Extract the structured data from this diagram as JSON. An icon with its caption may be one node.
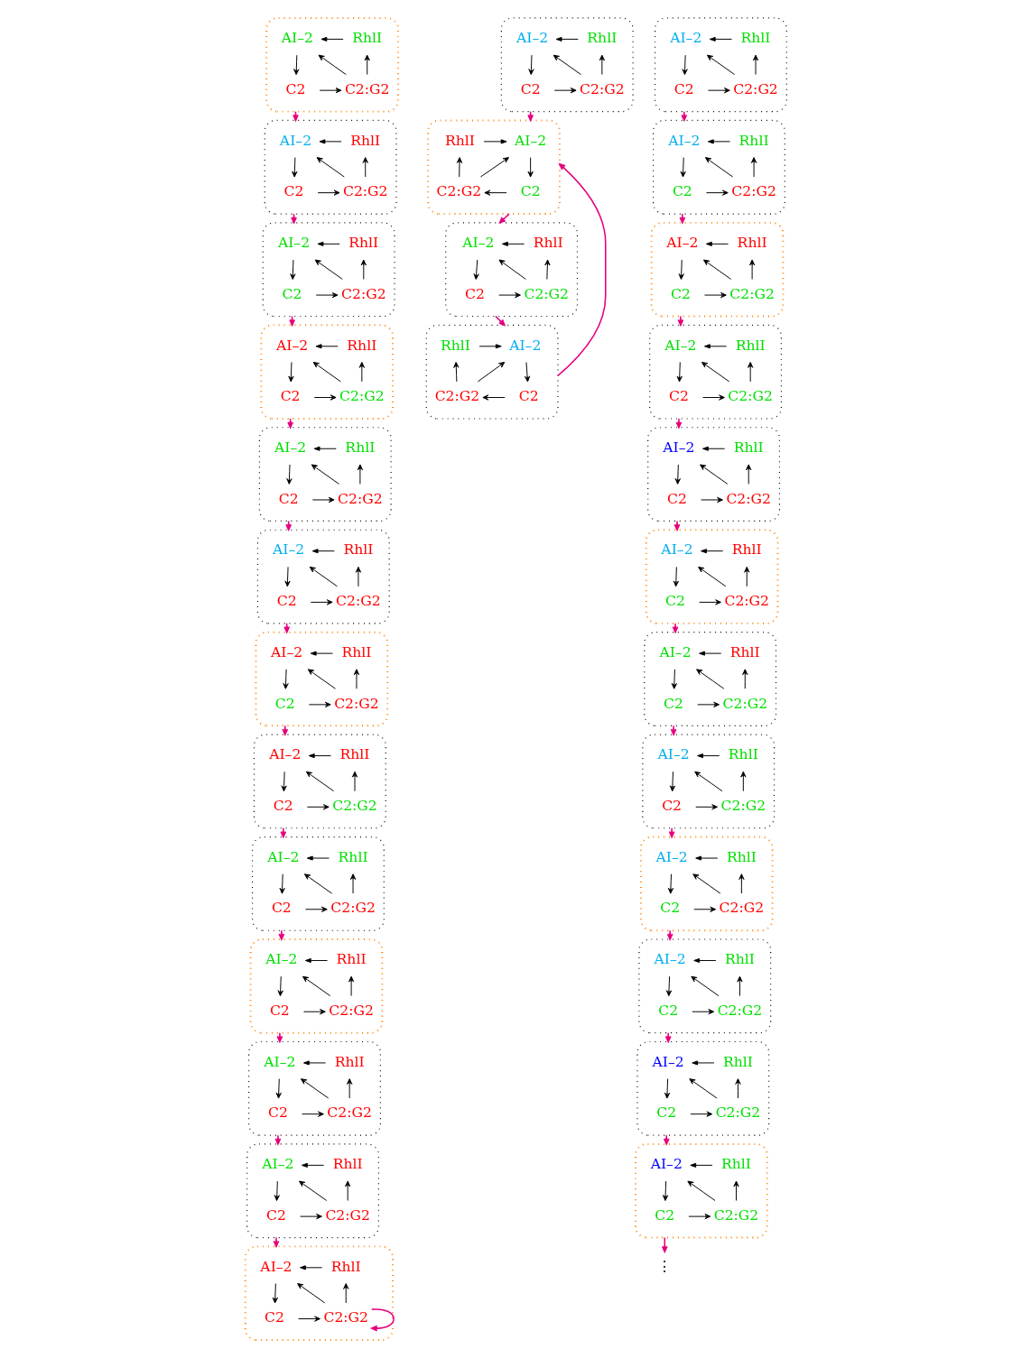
{
  "diagram": {
    "nodes": [
      {
        "text": [],
        "shape": "box"
      },
      {
        "text": [
          "AI–2"
        ],
        "in": 0
      },
      {
        "text": [
          "RhlI"
        ],
        "in": 0
      },
      {
        "text": [
          "C2"
        ],
        "in": 0
      },
      {
        "text": [
          "C2:G2"
        ],
        "in": 0
      },
      {
        "text": [],
        "shape": "box"
      },
      {
        "text": [
          "AI–2"
        ],
        "in": 5
      },
      {
        "text": [
          "RhlI"
        ],
        "in": 5
      },
      {
        "text": [
          "C2"
        ],
        "in": 5
      },
      {
        "text": [
          "C2:G2"
        ],
        "in": 5
      },
      {
        "text": [],
        "shape": "box"
      },
      {
        "text": [
          "AI–2"
        ],
        "in": 10
      },
      {
        "text": [
          "RhlI"
        ],
        "in": 10
      },
      {
        "text": [
          "C2"
        ],
        "in": 10
      },
      {
        "text": [
          "C2:G2"
        ],
        "in": 10
      },
      {
        "text": [],
        "shape": "box"
      },
      {
        "text": [
          "AI–2"
        ],
        "in": 15
      },
      {
        "text": [
          "RhlI"
        ],
        "in": 15
      },
      {
        "text": [
          "C2"
        ],
        "in": 15
      },
      {
        "text": [
          "C2:G2"
        ],
        "in": 15
      },
      {
        "text": [],
        "shape": "box"
      },
      {
        "text": [
          "AI–2"
        ],
        "in": 20
      },
      {
        "text": [
          "RhlI"
        ],
        "in": 20
      },
      {
        "text": [
          "C2"
        ],
        "in": 20
      },
      {
        "text": [
          "C2:G2"
        ],
        "in": 20
      },
      {
        "text": [],
        "shape": "box"
      },
      {
        "text": [
          "AI–2"
        ],
        "in": 25
      },
      {
        "text": [
          "RhlI"
        ],
        "in": 25
      },
      {
        "text": [
          "C2"
        ],
        "in": 25
      },
      {
        "text": [
          "C2:G2"
        ],
        "in": 25
      },
      {
        "text": [],
        "shape": "box"
      },
      {
        "text": [
          "AI–2"
        ],
        "in": 30
      },
      {
        "text": [
          "RhlI"
        ],
        "in": 30
      },
      {
        "text": [
          "C2"
        ],
        "in": 30
      },
      {
        "text": [
          "C2:G2"
        ],
        "in": 30
      },
      {
        "text": [],
        "shape": "box"
      },
      {
        "text": [
          "AI–2"
        ],
        "in": 35
      },
      {
        "text": [
          "RhlI"
        ],
        "in": 35
      },
      {
        "text": [
          "C2"
        ],
        "in": 35
      },
      {
        "text": [
          "C2:G2"
        ],
        "in": 35
      },
      {
        "text": [],
        "shape": "box"
      },
      {
        "text": [
          "AI–2"
        ],
        "in": 40
      },
      {
        "text": [
          "RhlI"
        ],
        "in": 40
      },
      {
        "text": [
          "C2"
        ],
        "in": 40
      },
      {
        "text": [
          "C2:G2"
        ],
        "in": 40
      },
      {
        "text": [],
        "shape": "box"
      },
      {
        "text": [
          "AI–2"
        ],
        "in": 45
      },
      {
        "text": [
          "RhlI"
        ],
        "in": 45
      },
      {
        "text": [
          "C2"
        ],
        "in": 45
      },
      {
        "text": [
          "C2:G2"
        ],
        "in": 45
      },
      {
        "text": [],
        "shape": "box"
      },
      {
        "text": [
          "AI–2"
        ],
        "in": 50
      },
      {
        "text": [
          "RhlI"
        ],
        "in": 50
      },
      {
        "text": [
          "C2"
        ],
        "in": 50
      },
      {
        "text": [
          "C2:G2"
        ],
        "in": 50
      },
      {
        "text": [],
        "shape": "box"
      },
      {
        "text": [
          "AI–2"
        ],
        "in": 55
      },
      {
        "text": [
          "RhlI"
        ],
        "in": 55
      },
      {
        "text": [
          "C2"
        ],
        "in": 55
      },
      {
        "text": [
          "C2:G2"
        ],
        "in": 55
      },
      {
        "text": [],
        "shape": "box"
      },
      {
        "text": [
          "AI–2"
        ],
        "in": 60
      },
      {
        "text": [
          "RhlI"
        ],
        "in": 60
      },
      {
        "text": [
          "C2"
        ],
        "in": 60
      },
      {
        "text": [
          "C2:G2"
        ],
        "in": 60
      },
      {
        "text": [],
        "shape": "box"
      },
      {
        "text": [
          "AI–2"
        ],
        "in": 65
      },
      {
        "text": [
          "RhlI"
        ],
        "in": 65
      },
      {
        "text": [
          "C2"
        ],
        "in": 65
      },
      {
        "text": [
          "C2:G2"
        ],
        "in": 65
      },
      {
        "text": [],
        "shape": "box"
      },
      {
        "text": [
          "AI–2"
        ],
        "in": 70
      },
      {
        "text": [
          "RhlI"
        ],
        "in": 70
      },
      {
        "text": [
          "C2"
        ],
        "in": 70
      },
      {
        "text": [
          "C2:G2"
        ],
        "in": 70
      },
      {
        "text": [],
        "shape": "box"
      },
      {
        "text": [
          "AI–2"
        ],
        "in": 75
      },
      {
        "text": [
          "RhlI"
        ],
        "in": 75
      },
      {
        "text": [
          "C2"
        ],
        "in": 75
      },
      {
        "text": [
          "C2:G2"
        ],
        "in": 75
      },
      {
        "text": [],
        "shape": "box"
      },
      {
        "text": [
          "AI–2"
        ],
        "in": 80
      },
      {
        "text": [
          "RhlI"
        ],
        "in": 80
      },
      {
        "text": [
          "C2"
        ],
        "in": 80
      },
      {
        "text": [
          "C2:G2"
        ],
        "in": 80
      },
      {
        "text": [],
        "shape": "box"
      },
      {
        "text": [
          "AI–2"
        ],
        "in": 85
      },
      {
        "text": [
          "RhlI"
        ],
        "in": 85
      },
      {
        "text": [
          "C2"
        ],
        "in": 85
      },
      {
        "text": [
          "C2:G2"
        ],
        "in": 85
      },
      {
        "text": [],
        "shape": "box"
      },
      {
        "text": [
          "AI–2"
        ],
        "in": 90
      },
      {
        "text": [
          "RhlI"
        ],
        "in": 90
      },
      {
        "text": [
          "C2"
        ],
        "in": 90
      },
      {
        "text": [
          "C2:G2"
        ],
        "in": 90
      },
      {
        "text": [],
        "shape": "box"
      },
      {
        "text": [
          "AI–2"
        ],
        "in": 95
      },
      {
        "text": [
          "RhlI"
        ],
        "in": 95
      },
      {
        "text": [
          "C2"
        ],
        "in": 95
      },
      {
        "text": [
          "C2:G2"
        ],
        "in": 95
      },
      {
        "text": [],
        "shape": "box"
      },
      {
        "text": [
          "AI–2"
        ],
        "in": 100
      },
      {
        "text": [
          "RhlI"
        ],
        "in": 100
      },
      {
        "text": [
          "C2"
        ],
        "in": 100
      },
      {
        "text": [
          "C2:G2"
        ],
        "in": 100
      },
      {
        "text": [],
        "shape": "box"
      },
      {
        "text": [
          "AI–2"
        ],
        "in": 105
      },
      {
        "text": [
          "RhlI"
        ],
        "in": 105
      },
      {
        "text": [
          "C2"
        ],
        "in": 105
      },
      {
        "text": [
          "C2:G2"
        ],
        "in": 105
      },
      {
        "text": [],
        "shape": "box"
      },
      {
        "text": [
          "AI–2"
        ],
        "in": 110
      },
      {
        "text": [
          "RhlI"
        ],
        "in": 110
      },
      {
        "text": [
          "C2"
        ],
        "in": 110
      },
      {
        "text": [
          "C2:G2"
        ],
        "in": 110
      },
      {
        "text": [],
        "shape": "box"
      },
      {
        "text": [
          "AI–2"
        ],
        "in": 115
      },
      {
        "text": [
          "RhlI"
        ],
        "in": 115
      },
      {
        "text": [
          "C2"
        ],
        "in": 115
      },
      {
        "text": [
          "C2:G2"
        ],
        "in": 115
      },
      {
        "text": [],
        "shape": "box"
      },
      {
        "text": [
          "AI–2"
        ],
        "in": 120
      },
      {
        "text": [
          "RhlI"
        ],
        "in": 120
      },
      {
        "text": [
          "C2"
        ],
        "in": 120
      },
      {
        "text": [
          "C2:G2"
        ],
        "in": 120
      },
      {
        "text": [],
        "shape": "box"
      },
      {
        "text": [
          "AI–2"
        ],
        "in": 125
      },
      {
        "text": [
          "RhlI"
        ],
        "in": 125
      },
      {
        "text": [
          "C2"
        ],
        "in": 125
      },
      {
        "text": [
          "C2:G2"
        ],
        "in": 125
      },
      {
        "text": [],
        "shape": "box"
      },
      {
        "text": [
          "AI–2"
        ],
        "in": 130
      },
      {
        "text": [
          "RhlI"
        ],
        "in": 130
      },
      {
        "text": [
          "C2"
        ],
        "in": 130
      },
      {
        "text": [
          "C2:G2"
        ],
        "in": 130
      },
      {
        "text": [],
        "shape": "box"
      },
      {
        "text": [
          "AI–2"
        ],
        "in": 135
      },
      {
        "text": [
          "RhlI"
        ],
        "in": 135
      },
      {
        "text": [
          "C2"
        ],
        "in": 135
      },
      {
        "text": [
          "C2:G2"
        ],
        "in": 135
      },
      {
        "text": [],
        "shape": "box"
      },
      {
        "text": [
          "AI–2"
        ],
        "in": 140
      },
      {
        "text": [
          "RhlI"
        ],
        "in": 140
      },
      {
        "text": [
          "C2"
        ],
        "in": 140
      },
      {
        "text": [
          "C2:G2"
        ],
        "in": 140
      },
      {
        "text": [
          "⋮"
        ]
      }
    ],
    "edges": [
      {
        "from": 2,
        "to": 1,
        "arrow": "to"
      },
      {
        "from": 1,
        "to": 3,
        "arrow": "to"
      },
      {
        "from": 3,
        "to": 4,
        "arrow": "to"
      },
      {
        "from": 4,
        "to": 2,
        "arrow": "to"
      },
      {
        "from": 4,
        "to": 1,
        "arrow": "to"
      },
      {
        "from": 7,
        "to": 6,
        "arrow": "to"
      },
      {
        "from": 6,
        "to": 8,
        "arrow": "to"
      },
      {
        "from": 8,
        "to": 9,
        "arrow": "to"
      },
      {
        "from": 9,
        "to": 7,
        "arrow": "to"
      },
      {
        "from": 9,
        "to": 6,
        "arrow": "to"
      },
      {
        "from": 12,
        "to": 11,
        "arrow": "to"
      },
      {
        "from": 11,
        "to": 13,
        "arrow": "to"
      },
      {
        "from": 13,
        "to": 14,
        "arrow": "to"
      },
      {
        "from": 14,
        "to": 12,
        "arrow": "to"
      },
      {
        "from": 14,
        "to": 11,
        "arrow": "to"
      },
      {
        "from": 17,
        "to": 16,
        "arrow": "to"
      },
      {
        "from": 16,
        "to": 18,
        "arrow": "to"
      },
      {
        "from": 18,
        "to": 19,
        "arrow": "to"
      },
      {
        "from": 19,
        "to": 17,
        "arrow": "to"
      },
      {
        "from": 19,
        "to": 16,
        "arrow": "to"
      },
      {
        "from": 22,
        "to": 21,
        "arrow": "to"
      },
      {
        "from": 21,
        "to": 23,
        "arrow": "to"
      },
      {
        "from": 23,
        "to": 24,
        "arrow": "to"
      },
      {
        "from": 24,
        "to": 22,
        "arrow": "to"
      },
      {
        "from": 24,
        "to": 21,
        "arrow": "to"
      },
      {
        "from": 27,
        "to": 26,
        "arrow": "to"
      },
      {
        "from": 26,
        "to": 28,
        "arrow": "to"
      },
      {
        "from": 28,
        "to": 29,
        "arrow": "to"
      },
      {
        "from": 29,
        "to": 27,
        "arrow": "to"
      },
      {
        "from": 29,
        "to": 26,
        "arrow": "to"
      },
      {
        "from": 32,
        "to": 31,
        "arrow": "to"
      },
      {
        "from": 31,
        "to": 33,
        "arrow": "to"
      },
      {
        "from": 33,
        "to": 34,
        "arrow": "to"
      },
      {
        "from": 34,
        "to": 32,
        "arrow": "to"
      },
      {
        "from": 34,
        "to": 31,
        "arrow": "to"
      },
      {
        "from": 37,
        "to": 36,
        "arrow": "to"
      },
      {
        "from": 36,
        "to": 38,
        "arrow": "to"
      },
      {
        "from": 38,
        "to": 39,
        "arrow": "to"
      },
      {
        "from": 39,
        "to": 37,
        "arrow": "to"
      },
      {
        "from": 39,
        "to": 36,
        "arrow": "to"
      },
      {
        "from": 42,
        "to": 41,
        "arrow": "to"
      },
      {
        "from": 41,
        "to": 43,
        "arrow": "to"
      },
      {
        "from": 43,
        "to": 44,
        "arrow": "to"
      },
      {
        "from": 44,
        "to": 42,
        "arrow": "to"
      },
      {
        "from": 44,
        "to": 41,
        "arrow": "to"
      },
      {
        "from": 47,
        "to": 46,
        "arrow": "to"
      },
      {
        "from": 46,
        "to": 48,
        "arrow": "to"
      },
      {
        "from": 48,
        "to": 49,
        "arrow": "to"
      },
      {
        "from": 49,
        "to": 47,
        "arrow": "to"
      },
      {
        "from": 49,
        "to": 46,
        "arrow": "to"
      },
      {
        "from": 52,
        "to": 51,
        "arrow": "to"
      },
      {
        "from": 51,
        "to": 53,
        "arrow": "to"
      },
      {
        "from": 53,
        "to": 54,
        "arrow": "to"
      },
      {
        "from": 54,
        "to": 52,
        "arrow": "to"
      },
      {
        "from": 54,
        "to": 51,
        "arrow": "to"
      },
      {
        "from": 57,
        "to": 56,
        "arrow": "to"
      },
      {
        "from": 56,
        "to": 58,
        "arrow": "to"
      },
      {
        "from": 58,
        "to": 59,
        "arrow": "to"
      },
      {
        "from": 59,
        "to": 57,
        "arrow": "to"
      },
      {
        "from": 59,
        "to": 56,
        "arrow": "to"
      },
      {
        "from": 62,
        "to": 61,
        "arrow": "to"
      },
      {
        "from": 61,
        "to": 63,
        "arrow": "to"
      },
      {
        "from": 63,
        "to": 64,
        "arrow": "to"
      },
      {
        "from": 64,
        "to": 62,
        "arrow": "to"
      },
      {
        "from": 64,
        "to": 61,
        "arrow": "to"
      },
      {
        "from": 67,
        "to": 66,
        "arrow": "to"
      },
      {
        "from": 66,
        "to": 68,
        "arrow": "to"
      },
      {
        "from": 68,
        "to": 69,
        "arrow": "to"
      },
      {
        "from": 69,
        "to": 67,
        "arrow": "to"
      },
      {
        "from": 69,
        "to": 66,
        "arrow": "to"
      },
      {
        "from": 72,
        "to": 71,
        "arrow": "to"
      },
      {
        "from": 71,
        "to": 73,
        "arrow": "to"
      },
      {
        "from": 73,
        "to": 74,
        "arrow": "to"
      },
      {
        "from": 74,
        "to": 72,
        "arrow": "to"
      },
      {
        "from": 74,
        "to": 71,
        "arrow": "to"
      },
      {
        "from": 77,
        "to": 76,
        "arrow": "to"
      },
      {
        "from": 76,
        "to": 78,
        "arrow": "to"
      },
      {
        "from": 78,
        "to": 79,
        "arrow": "to"
      },
      {
        "from": 79,
        "to": 77,
        "arrow": "to"
      },
      {
        "from": 79,
        "to": 76,
        "arrow": "to"
      },
      {
        "from": 82,
        "to": 81,
        "arrow": "to"
      },
      {
        "from": 81,
        "to": 83,
        "arrow": "to"
      },
      {
        "from": 83,
        "to": 84,
        "arrow": "to"
      },
      {
        "from": 84,
        "to": 82,
        "arrow": "to"
      },
      {
        "from": 84,
        "to": 81,
        "arrow": "to"
      },
      {
        "from": 87,
        "to": 86,
        "arrow": "to"
      },
      {
        "from": 86,
        "to": 88,
        "arrow": "to"
      },
      {
        "from": 88,
        "to": 89,
        "arrow": "to"
      },
      {
        "from": 89,
        "to": 87,
        "arrow": "to"
      },
      {
        "from": 89,
        "to": 86,
        "arrow": "to"
      },
      {
        "from": 92,
        "to": 91,
        "arrow": "to"
      },
      {
        "from": 91,
        "to": 93,
        "arrow": "to"
      },
      {
        "from": 93,
        "to": 94,
        "arrow": "to"
      },
      {
        "from": 94,
        "to": 92,
        "arrow": "to"
      },
      {
        "from": 94,
        "to": 91,
        "arrow": "to"
      },
      {
        "from": 97,
        "to": 96,
        "arrow": "to"
      },
      {
        "from": 96,
        "to": 98,
        "arrow": "to"
      },
      {
        "from": 98,
        "to": 99,
        "arrow": "to"
      },
      {
        "from": 99,
        "to": 97,
        "arrow": "to"
      },
      {
        "from": 99,
        "to": 96,
        "arrow": "to"
      },
      {
        "from": 102,
        "to": 101,
        "arrow": "to"
      },
      {
        "from": 101,
        "to": 103,
        "arrow": "to"
      },
      {
        "from": 103,
        "to": 104,
        "arrow": "to"
      },
      {
        "from": 104,
        "to": 102,
        "arrow": "to"
      },
      {
        "from": 104,
        "to": 101,
        "arrow": "to"
      },
      {
        "from": 107,
        "to": 106,
        "arrow": "to"
      },
      {
        "from": 106,
        "to": 108,
        "arrow": "to"
      },
      {
        "from": 108,
        "to": 109,
        "arrow": "to"
      },
      {
        "from": 109,
        "to": 107,
        "arrow": "to"
      },
      {
        "from": 109,
        "to": 106,
        "arrow": "to"
      },
      {
        "from": 112,
        "to": 111,
        "arrow": "to"
      },
      {
        "from": 111,
        "to": 113,
        "arrow": "to"
      },
      {
        "from": 113,
        "to": 114,
        "arrow": "to"
      },
      {
        "from": 114,
        "to": 112,
        "arrow": "to"
      },
      {
        "from": 114,
        "to": 111,
        "arrow": "to"
      },
      {
        "from": 117,
        "to": 116,
        "arrow": "to"
      },
      {
        "from": 116,
        "to": 118,
        "arrow": "to"
      },
      {
        "from": 118,
        "to": 119,
        "arrow": "to"
      },
      {
        "from": 119,
        "to": 117,
        "arrow": "to"
      },
      {
        "from": 119,
        "to": 116,
        "arrow": "to"
      },
      {
        "from": 122,
        "to": 121,
        "arrow": "to"
      },
      {
        "from": 121,
        "to": 123,
        "arrow": "to"
      },
      {
        "from": 123,
        "to": 124,
        "arrow": "to"
      },
      {
        "from": 124,
        "to": 122,
        "arrow": "to"
      },
      {
        "from": 124,
        "to": 121,
        "arrow": "to"
      },
      {
        "from": 127,
        "to": 126,
        "arrow": "to"
      },
      {
        "from": 126,
        "to": 128,
        "arrow": "to"
      },
      {
        "from": 128,
        "to": 129,
        "arrow": "to"
      },
      {
        "from": 129,
        "to": 127,
        "arrow": "to"
      },
      {
        "from": 129,
        "to": 126,
        "arrow": "to"
      },
      {
        "from": 132,
        "to": 131,
        "arrow": "to"
      },
      {
        "from": 131,
        "to": 133,
        "arrow": "to"
      },
      {
        "from": 133,
        "to": 134,
        "arrow": "to"
      },
      {
        "from": 134,
        "to": 132,
        "arrow": "to"
      },
      {
        "from": 134,
        "to": 131,
        "arrow": "to"
      },
      {
        "from": 137,
        "to": 136,
        "arrow": "to"
      },
      {
        "from": 136,
        "to": 138,
        "arrow": "to"
      },
      {
        "from": 138,
        "to": 139,
        "arrow": "to"
      },
      {
        "from": 139,
        "to": 137,
        "arrow": "to"
      },
      {
        "from": 139,
        "to": 136,
        "arrow": "to"
      },
      {
        "from": 142,
        "to": 141,
        "arrow": "to"
      },
      {
        "from": 141,
        "to": 143,
        "arrow": "to"
      },
      {
        "from": 143,
        "to": 144,
        "arrow": "to"
      },
      {
        "from": 144,
        "to": 142,
        "arrow": "to"
      },
      {
        "from": 144,
        "to": 141,
        "arrow": "to"
      },
      {
        "from": 0,
        "to": 5,
        "arrow": "to",
        "color": "#e6007e"
      },
      {
        "from": 5,
        "to": 10,
        "arrow": "to",
        "color": "#e6007e"
      },
      {
        "from": 10,
        "to": 15,
        "arrow": "to",
        "color": "#e6007e"
      },
      {
        "from": 15,
        "to": 20,
        "arrow": "to",
        "color": "#e6007e"
      },
      {
        "from": 20,
        "to": 25,
        "arrow": "to",
        "color": "#e6007e"
      },
      {
        "from": 25,
        "to": 30,
        "arrow": "to",
        "color": "#e6007e"
      },
      {
        "from": 30,
        "to": 35,
        "arrow": "to",
        "color": "#e6007e"
      },
      {
        "from": 35,
        "to": 40,
        "arrow": "to",
        "color": "#e6007e"
      },
      {
        "from": 40,
        "to": 45,
        "arrow": "to",
        "color": "#e6007e"
      },
      {
        "from": 45,
        "to": 50,
        "arrow": "to",
        "color": "#e6007e"
      },
      {
        "from": 50,
        "to": 55,
        "arrow": "to",
        "color": "#e6007e"
      },
      {
        "from": 55,
        "to": 60,
        "arrow": "to",
        "color": "#e6007e"
      },
      {
        "from": 64,
        "to": 64,
        "arrow": "to",
        "color": "#e6007e"
      },
      {
        "from": 65,
        "to": 70,
        "arrow": "to",
        "color": "#e6007e"
      },
      {
        "from": 70,
        "to": 75,
        "arrow": "to",
        "color": "#e6007e"
      },
      {
        "from": 75,
        "to": 80,
        "arrow": "to",
        "color": "#e6007e"
      },
      {
        "from": 80,
        "to": 70,
        "arrow": "to",
        "color": "#e6007e"
      },
      {
        "from": 85,
        "to": 90,
        "arrow": "to",
        "color": "#e6007e"
      },
      {
        "from": 90,
        "to": 95,
        "arrow": "to",
        "color": "#e6007e"
      },
      {
        "from": 95,
        "to": 145,
        "arrow": "to",
        "color": "#e6007e"
      },
      {
        "from": 100,
        "to": 105,
        "arrow": "to",
        "color": "#e6007e"
      },
      {
        "from": 105,
        "to": 110,
        "arrow": "to",
        "color": "#e6007e"
      },
      {
        "from": 110,
        "to": 115,
        "arrow": "to",
        "color": "#e6007e"
      },
      {
        "from": 115,
        "to": 120,
        "arrow": "to",
        "color": "#e6007e"
      },
      {
        "from": 120,
        "to": 125,
        "arrow": "to",
        "color": "#e6007e"
      },
      {
        "from": 125,
        "to": 130,
        "arrow": "to",
        "color": "#e6007e"
      },
      {
        "from": 130,
        "to": 135,
        "arrow": "to",
        "color": "#e6007e"
      },
      {
        "from": 135,
        "to": 140,
        "arrow": "to",
        "color": "#e6007e"
      },
      {
        "from": 140,
        "to": 85,
        "arrow": "to",
        "color": "#e6007e"
      }
    ]
  }
}
